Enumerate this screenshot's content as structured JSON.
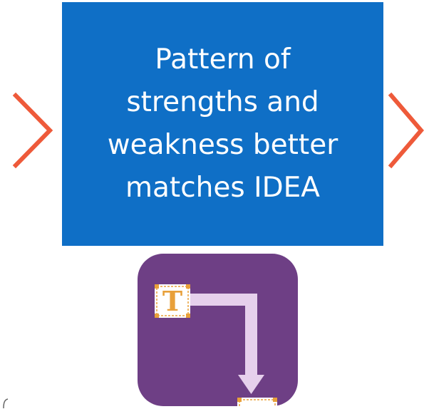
{
  "main": {
    "box_text_lines": [
      "Pattern of",
      "strengths and",
      "weakness better",
      "matches IDEA"
    ]
  },
  "icon": {
    "glyph": "T",
    "name": "text-flow-app-icon"
  },
  "colors": {
    "box_fill": "#0f6fc6",
    "chevron": "#ee5a3a",
    "icon_bg": "#6e3f85",
    "icon_arrow": "#e6d0ec",
    "icon_glyph": "#e8a03a"
  }
}
